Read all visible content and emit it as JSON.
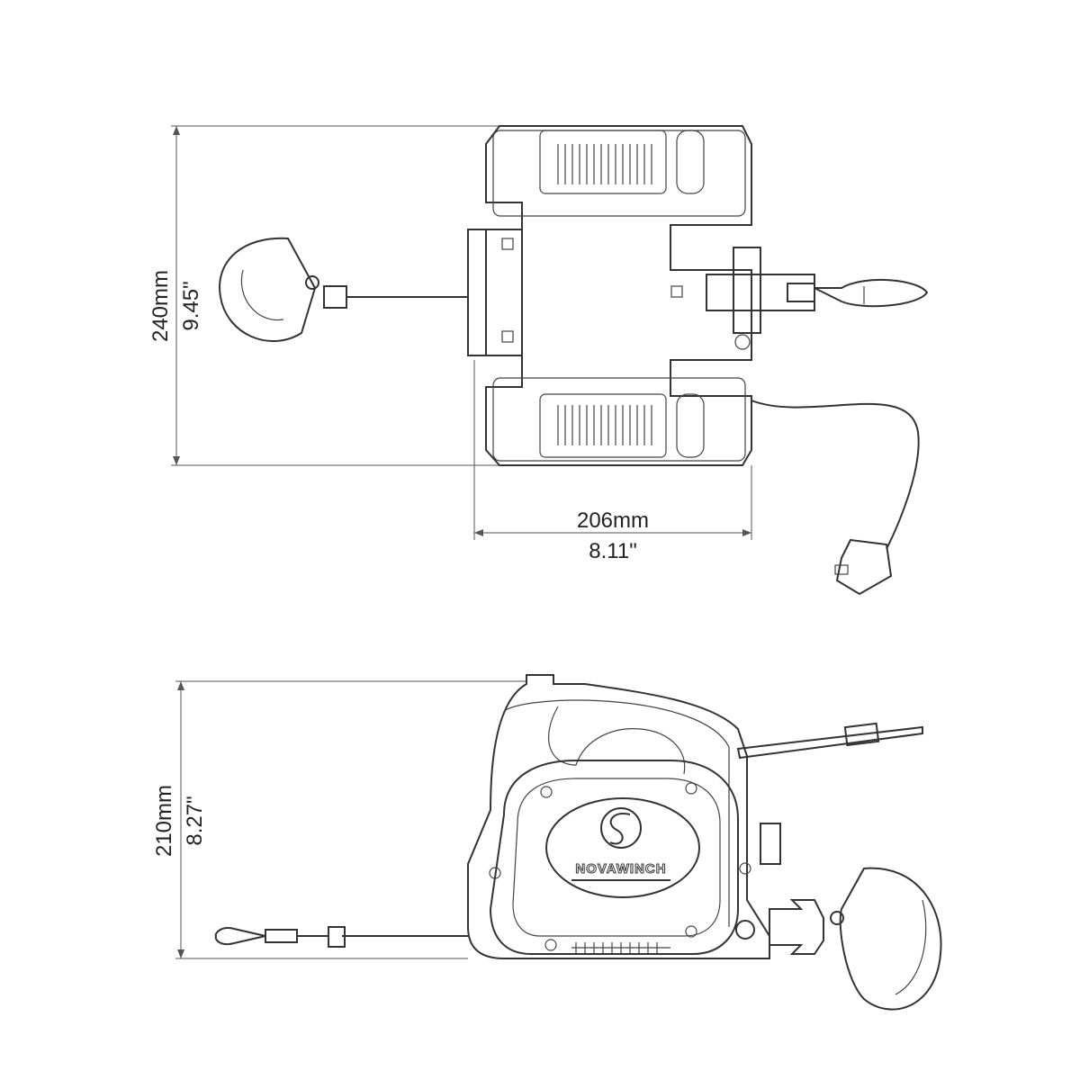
{
  "top_view": {
    "height_mm": "240mm",
    "height_in": "9.45\"",
    "width_mm": "206mm",
    "width_in": "8.11\""
  },
  "side_view": {
    "height_mm": "210mm",
    "height_in": "8.27\"",
    "logo_text": "NOVAWINCH"
  }
}
